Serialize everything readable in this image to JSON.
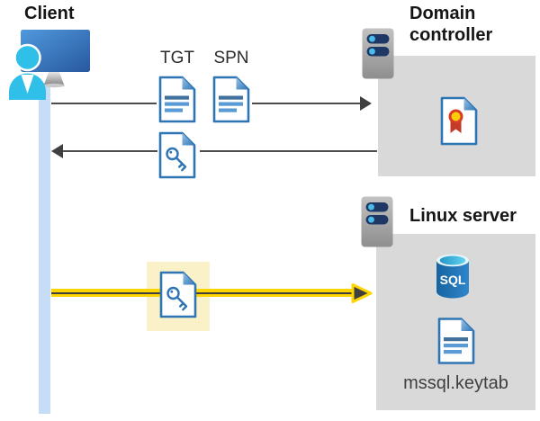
{
  "labels": {
    "client": "Client",
    "tgt": "TGT",
    "spn": "SPN",
    "domain_controller": "Domain controller",
    "linux_server": "Linux server",
    "sql": "SQL",
    "keytab_file": "mssql.keytab"
  },
  "icons": {
    "client": "client-workstation-icon",
    "server": "server-icon",
    "ticket_document": "document-icon",
    "key_document": "key-document-icon",
    "certificate": "certificate-icon",
    "database": "sql-database-icon"
  },
  "flows": [
    {
      "from": "client",
      "to": "domain-controller",
      "direction": "right",
      "carries": [
        "TGT",
        "SPN"
      ],
      "style": "thin-gray-arrow"
    },
    {
      "from": "domain-controller",
      "to": "client",
      "direction": "left",
      "carries": [
        "key-ticket"
      ],
      "style": "thin-gray-arrow"
    },
    {
      "from": "client",
      "to": "linux-server",
      "direction": "right",
      "carries": [
        "key-ticket"
      ],
      "style": "bold-yellow-arrow",
      "highlighted": true
    }
  ],
  "colors": {
    "doc_blue": "#2e75b6",
    "doc_fold_light": "#9dc3e6",
    "doc_line_dark": "#41719c",
    "doc_line_mid": "#5b9bd5",
    "arrow_gray": "#4c4c4c",
    "arrowhead_dark": "#3f3f3f",
    "lifeline_blue": "#c7ddf7",
    "panel_gray": "#d9d9d9",
    "highlight_yellow": "#faf1c8",
    "arrow_yellow": "#ffd500",
    "person_cyan": "#2fbfe9",
    "monitor_blue": "#3a78c0",
    "server_pill_navy": "#1e3765",
    "server_dot_cyan": "#49bce9",
    "sql_blue": "#1f6fb8",
    "cert_red": "#d83b26",
    "cert_yellow": "#ffcd05"
  }
}
